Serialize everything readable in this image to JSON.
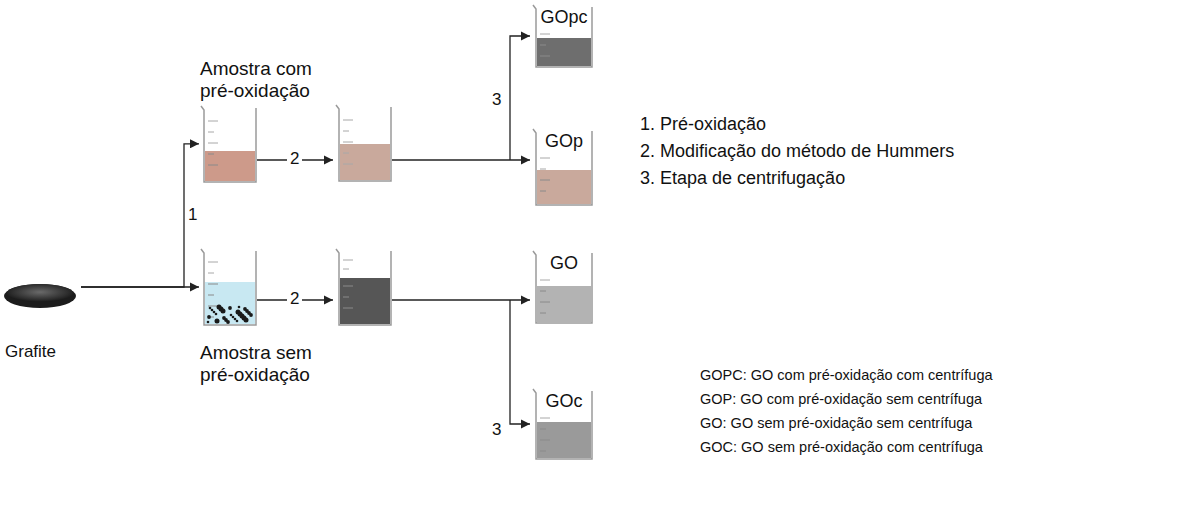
{
  "diagram": {
    "nodes": [
      {
        "text": [
          "Grafite"
        ]
      },
      {
        "text": [
          "Amostra com pré-oxidação"
        ]
      },
      {
        "text": [
          "Amostra sem pré-oxidação"
        ]
      },
      {
        "text": [
          "GOpc"
        ]
      },
      {
        "text": [
          "GOp"
        ]
      },
      {
        "text": [
          "GO"
        ]
      },
      {
        "text": [
          "GOc"
        ]
      }
    ],
    "edges": [
      {
        "from": 0,
        "to": 1,
        "arrow": "to",
        "label": "1"
      },
      {
        "from": 0,
        "to": 2,
        "arrow": "to"
      }
    ],
    "labels": [
      "2",
      "2",
      "3",
      "3",
      "1. Pré-oxidação",
      "2. Modificação do método de Hummers",
      "3. Etapa de centrifugação",
      "GOPC: GO com pré-oxidação com centrífuga",
      "GOP: GO com pré-oxidação sem centrífuga",
      "GO: GO sem pré-oxidação sem centrífuga",
      "GOC: GO sem pré-oxidação com centrífuga"
    ]
  }
}
